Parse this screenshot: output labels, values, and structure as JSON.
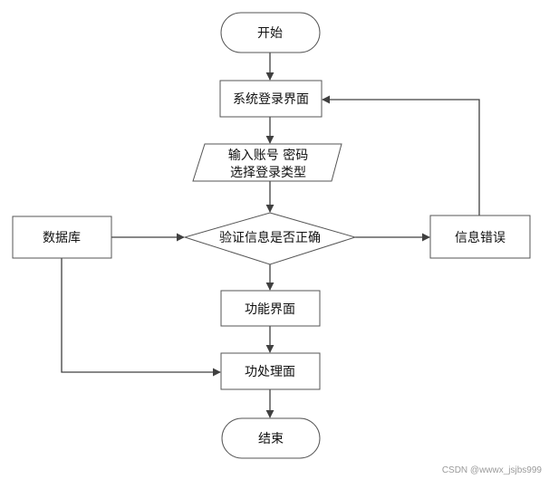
{
  "nodes": {
    "start": "开始",
    "login": "系统登录界面",
    "input_line1": "输入账号 密码",
    "input_line2": "选择登录类型",
    "verify": "验证信息是否正确",
    "database": "数据库",
    "error": "信息错误",
    "function": "功能界面",
    "process": "功处理面",
    "end": "结束"
  },
  "watermark": "CSDN @wwwx_jsjbs999"
}
